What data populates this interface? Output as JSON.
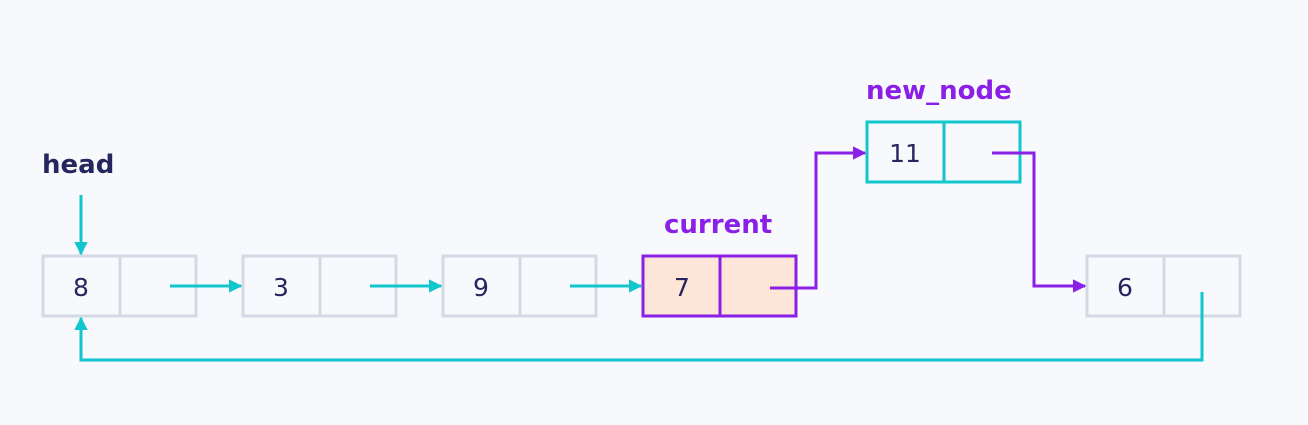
{
  "labels": {
    "head": "head",
    "current": "current",
    "new_node": "new_node"
  },
  "nodes": [
    {
      "id": "node-1",
      "value": "8"
    },
    {
      "id": "node-2",
      "value": "3"
    },
    {
      "id": "node-3",
      "value": "9"
    },
    {
      "id": "node-4",
      "value": "7"
    },
    {
      "id": "node-new",
      "value": "11"
    },
    {
      "id": "node-5",
      "value": "6"
    }
  ],
  "colors": {
    "background": "#f8f9fd",
    "node_border": "#d3dae3",
    "link_arrow": "#11c6cd",
    "highlight": "#8a1fe6",
    "highlight_fill": "#fde6d8",
    "new_node_border": "#11c6cd",
    "text_dark": "#25265e"
  }
}
